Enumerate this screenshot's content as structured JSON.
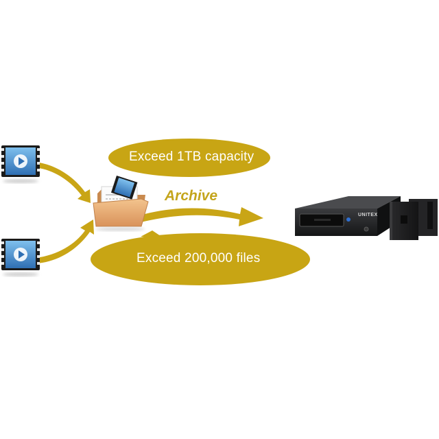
{
  "diagram": {
    "bubble_top": "Exceed 1TB capacity",
    "bubble_bottom": "Exceed 200,000 files",
    "arrow_label": "Archive",
    "device_brand": "UNITEX"
  },
  "colors": {
    "bubble_fill": "#c8a514",
    "arrow_gold": "#c9a516",
    "archive_text": "#c4a51c",
    "film_blue": "#3f86c7",
    "device_body": "#1e1f21"
  },
  "icons": [
    "video-file-icon",
    "folder-icon",
    "arrow-icon",
    "tape-drive-icon",
    "tape-cartridge-icon"
  ]
}
